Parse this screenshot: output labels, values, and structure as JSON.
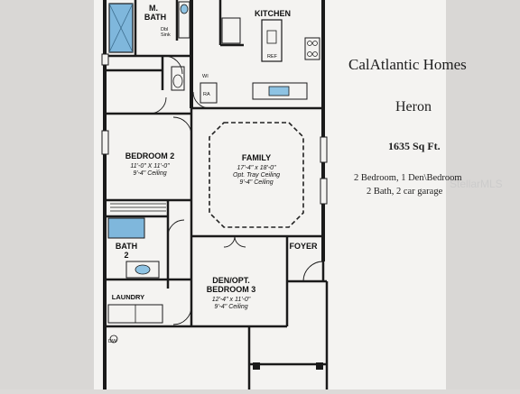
{
  "listing": {
    "company": "CalAtlantic Homes",
    "model": "Heron",
    "area": "1635 Sq Ft.",
    "features_line1": "2 Bedroom, 1 Den\\Bedroom",
    "features_line2": "2 Bath, 2 car garage"
  },
  "plan": {
    "master_bath": {
      "line1": "M.",
      "line2": "BATH",
      "note1": "Dbl",
      "note2": "Sink"
    },
    "kitchen": {
      "name": "KITCHEN"
    },
    "bedroom2": {
      "name": "BEDROOM 2",
      "dims": "11'-0\" X 11'-0\"",
      "ceiling": "9'-4\" Ceiling"
    },
    "family": {
      "name": "FAMILY",
      "dims": "17'-4\" x 18'-0\"",
      "ceiling1": "Opt. Tray Ceiling",
      "ceiling2": "9'-4\" Ceiling"
    },
    "bath2": {
      "line1": "BATH",
      "line2": "2"
    },
    "foyer": {
      "name": "FOYER"
    },
    "den": {
      "line1": "DEN/OPT.",
      "line2": "BEDROOM 3",
      "dims": "12'-4\" x 11'-0\"",
      "ceiling": "9'-4\" Ceiling"
    },
    "laundry": {
      "name": "LAUNDRY"
    },
    "closet_label": "RA",
    "fridge_label": "REF",
    "wi_label": "WI",
    "misc_label": "DW"
  },
  "watermark": "StellarMLS"
}
